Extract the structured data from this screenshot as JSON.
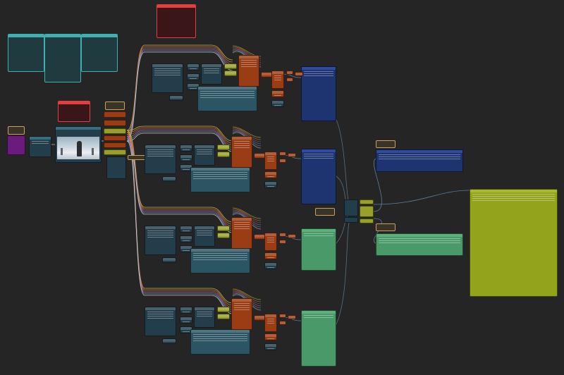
{
  "app": {
    "title": ""
  },
  "colors": {
    "canvas_bg": "#252525",
    "note_teal": "#1f3b3f",
    "note_teal_border": "#3fb0b0",
    "note_red": "#3a1618",
    "note_red_border": "#e24040",
    "group_tan": "#3a3427",
    "group_tan_border": "#c9a060",
    "node_blue": "#233e4a",
    "node_blue_header": "#2f5566",
    "node_orange": "#9b3d14",
    "node_yellow": "#98a02a",
    "node_purple": "#6a1c7d",
    "node_navy": "#1d3470",
    "node_green": "#4a9a69",
    "node_lime": "#93a31b",
    "wire_yellow": "#d6c44a",
    "wire_orange": "#d48a3a",
    "wire_red": "#c96060",
    "wire_purple": "#b47ac9",
    "wire_blue": "#6fa6c8",
    "wire_white": "#d8d8d8"
  },
  "graph": {
    "node_kinds": [
      "note-teal",
      "note-red",
      "group-tan",
      "loader",
      "image-preview",
      "settings-yellow",
      "sampler-orange",
      "conditioning",
      "latent-preview",
      "video-output-navy",
      "video-output-green",
      "combine-node",
      "final-output-lime",
      "purple-input"
    ],
    "groups_count": 4
  },
  "image_preview": {
    "icon": "image-icon",
    "subject": "person-standing-on-snowy-path"
  }
}
